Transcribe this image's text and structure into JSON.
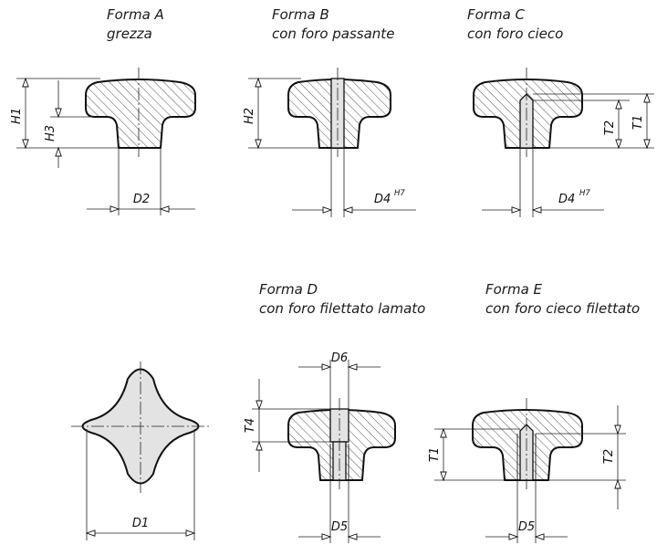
{
  "captions": {
    "a": {
      "title": "Forma A",
      "subtitle": "grezza"
    },
    "b": {
      "title": "Forma B",
      "subtitle": "con foro passante"
    },
    "c": {
      "title": "Forma C",
      "subtitle": "con foro cieco"
    },
    "d": {
      "title": "Forma D",
      "subtitle": "con foro filettato lamato"
    },
    "e": {
      "title": "Forma E",
      "subtitle": "con foro cieco filettato"
    }
  },
  "dimensions": {
    "h1": "H1",
    "h2": "H2",
    "h3": "H3",
    "t1": "T1",
    "t2": "T2",
    "t4": "T4",
    "d1": "D1",
    "d2": "D2",
    "d4": "D4",
    "d5": "D5",
    "d6": "D6",
    "tolerance": "H7"
  },
  "colors": {
    "line": "#111111",
    "hatch": "#555555",
    "fill": "#e3e3e3"
  }
}
